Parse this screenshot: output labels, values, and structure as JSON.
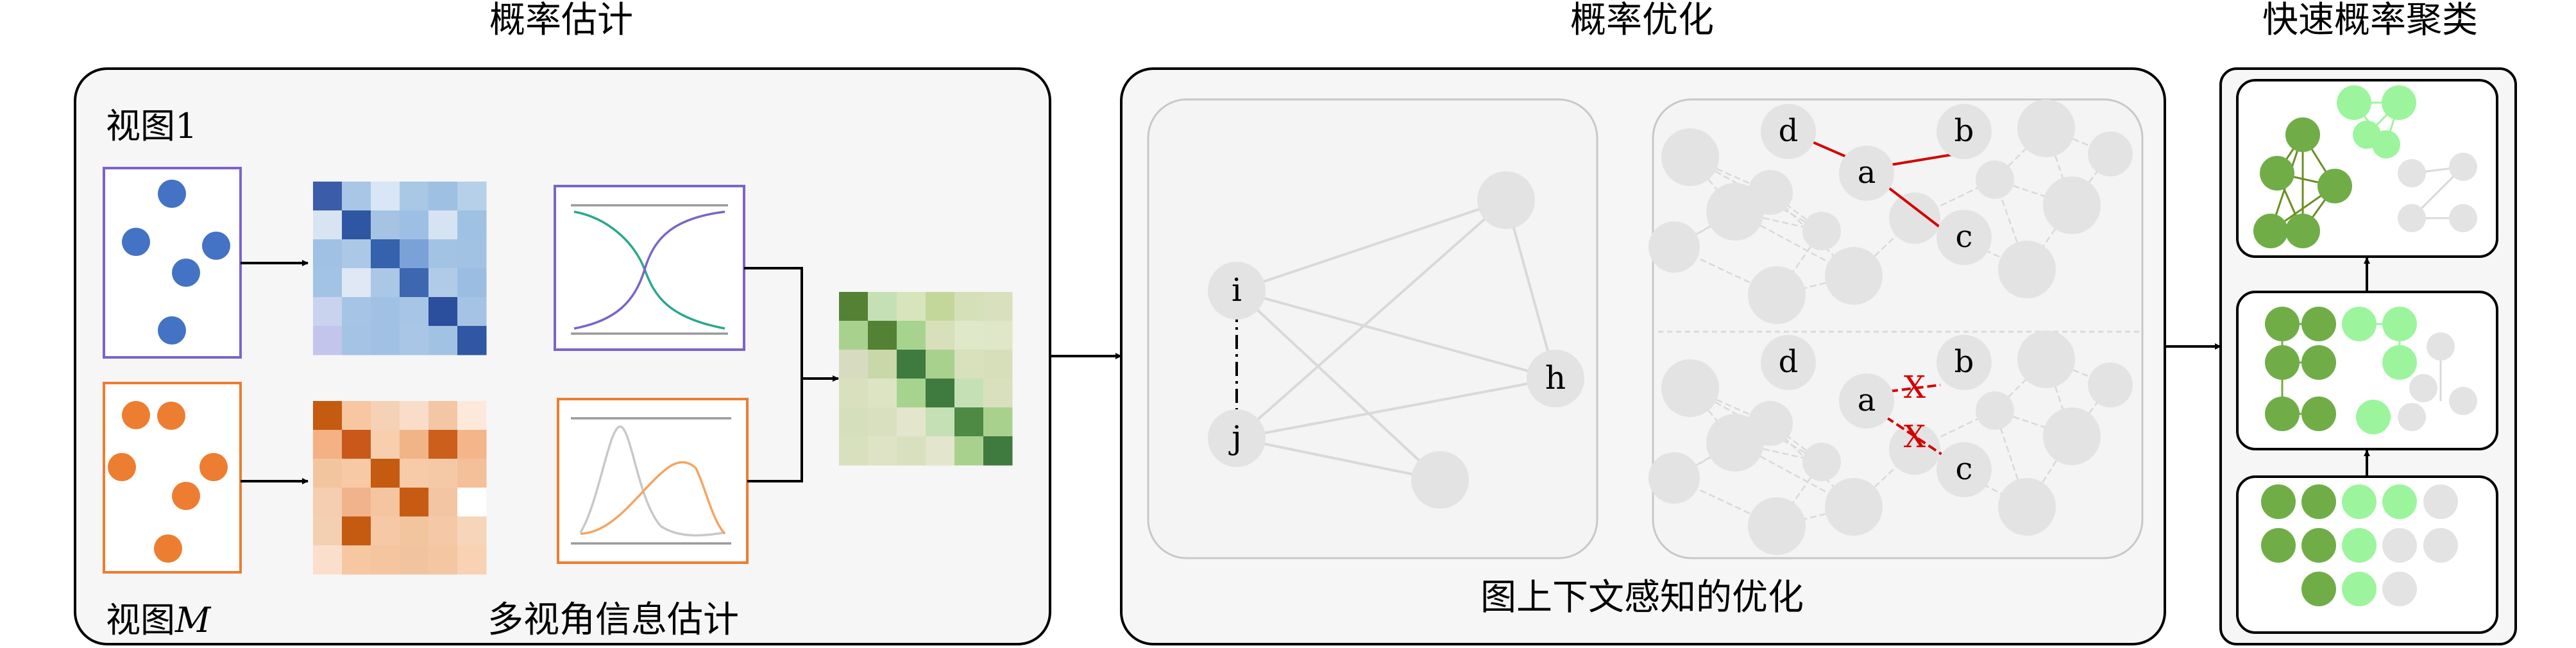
{
  "sections": {
    "estimation": {
      "title": "概率估计",
      "view_top_label": "视图1",
      "view_bottom_prefix": "视图",
      "view_bottom_var": "M",
      "caption": "多视角信息估计"
    },
    "optimization": {
      "title": "概率优化",
      "caption": "图上下文感知的优化",
      "left_nodes": {
        "i": "i",
        "j": "j",
        "h": "h"
      },
      "right_nodes": {
        "a": "a",
        "b": "b",
        "c": "c",
        "d": "d"
      },
      "cut_mark": "X"
    },
    "clustering": {
      "title": "快速概率聚类"
    }
  },
  "colors": {
    "blue": "#4472c4",
    "orange": "#ed7d31",
    "green": "#70ad47",
    "light_green": "#9cf59c",
    "purple": "#7b64c8",
    "teal": "#2aa88c",
    "red": "#d40000",
    "node_gray": "#e3e3e3",
    "edge_gray": "#d9d9d9",
    "panel_bg": "#f4f4f4"
  },
  "matrices": {
    "blue": [
      [
        "#3b5ca8",
        "#a9c6e6",
        "#d9e6f5",
        "#a8c8e6",
        "#9ec0e3",
        "#b6d0ea"
      ],
      [
        "#d9e4f3",
        "#2f56a3",
        "#a6c3e4",
        "#9dbfe3",
        "#d6e3f2",
        "#9fc1e4"
      ],
      [
        "#a0c1e4",
        "#abc8e7",
        "#3562ad",
        "#7aa2d6",
        "#a3c3e5",
        "#a2c2e4"
      ],
      [
        "#a3c3e5",
        "#dfe8f4",
        "#aac7e6",
        "#3d67b0",
        "#b0cbe8",
        "#9bbde2"
      ],
      [
        "#c9d3ee",
        "#a6c4e6",
        "#a1c1e4",
        "#a7c5e6",
        "#2b4f9c",
        "#a4c3e5"
      ],
      [
        "#c4c5ec",
        "#a5c3e5",
        "#a1c1e4",
        "#a9c6e6",
        "#a2c2e4",
        "#2f57a4"
      ]
    ],
    "orange": [
      [
        "#c55a11",
        "#f6c7a0",
        "#f5d1b5",
        "#f9ddc9",
        "#f3c7a5",
        "#fce9dc"
      ],
      [
        "#f4b183",
        "#c9581a",
        "#f8cfae",
        "#f1b487",
        "#cc5f1c",
        "#f4b58a"
      ],
      [
        "#f3c59f",
        "#f8c9a5",
        "#c55a11",
        "#f8cba8",
        "#f6c9a6",
        "#f3c09a"
      ],
      [
        "#f5cdb0",
        "#f0b38c",
        "#f5c5a0",
        "#c75b13",
        "#f3c5a3",
        "#ffffff"
      ],
      [
        "#f4d0b2",
        "#c55a11",
        "#f6c8a5",
        "#f3c59f",
        "#f5c9a8",
        "#f6d5bb"
      ],
      [
        "#fae0cc",
        "#f7c7a2",
        "#f5c5a0",
        "#f2c39f",
        "#f4c6a2",
        "#f8d2b3"
      ]
    ],
    "green": [
      [
        "#548235",
        "#c5e0b4",
        "#d8e4bc",
        "#c4d79b",
        "#d6e0b8",
        "#d8e0be"
      ],
      [
        "#a9d18e",
        "#548235",
        "#a6d48f",
        "#d7dfbb",
        "#dfe8c8",
        "#e0e6c8"
      ],
      [
        "#d7dcc0",
        "#c9d8a8",
        "#3f7a3f",
        "#a9d18e",
        "#d8e0bc",
        "#d6dfba"
      ],
      [
        "#d8e0be",
        "#dde4c4",
        "#a6d48f",
        "#3f7a3f",
        "#c5e0b4",
        "#d8e0be"
      ],
      [
        "#d6dfbc",
        "#d9e0c0",
        "#e3e6cc",
        "#c5e0b4",
        "#4e8a44",
        "#a9d18e"
      ],
      [
        "#d8e0be",
        "#dde3c4",
        "#d9e0bf",
        "#e3e6cc",
        "#a9d18e",
        "#3f7a3f"
      ]
    ]
  }
}
